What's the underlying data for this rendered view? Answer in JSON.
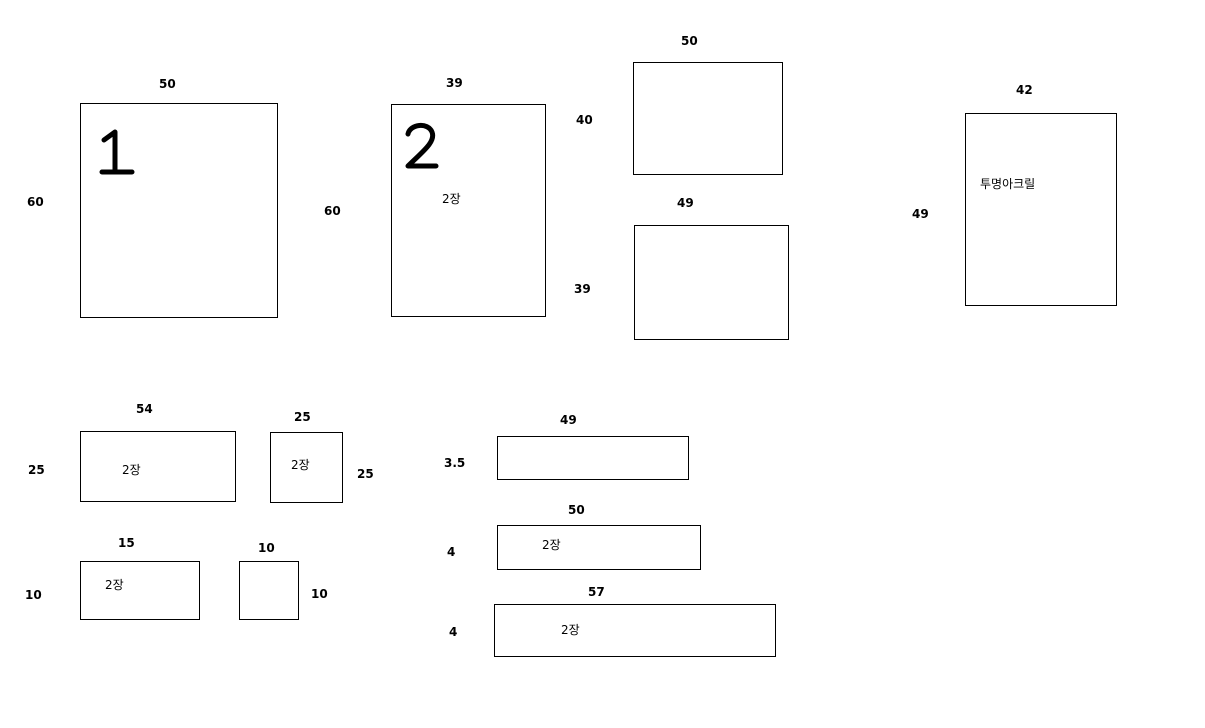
{
  "panels": [
    {
      "id": "p1",
      "width": "50",
      "height": "60",
      "number": "1",
      "note": ""
    },
    {
      "id": "p2",
      "width": "39",
      "height": "60",
      "number": "2",
      "note": "2장"
    },
    {
      "id": "p3",
      "width": "50",
      "height": "40",
      "note": ""
    },
    {
      "id": "p4",
      "width": "49",
      "height": "39",
      "note": ""
    },
    {
      "id": "p5",
      "width": "42",
      "height": "49",
      "note": "투명아크릴"
    },
    {
      "id": "p6",
      "width": "54",
      "height": "25",
      "note": "2장"
    },
    {
      "id": "p7",
      "width": "25",
      "height": "25",
      "note": "2장"
    },
    {
      "id": "p8",
      "width": "15",
      "height": "10",
      "note": "2장"
    },
    {
      "id": "p9",
      "width": "10",
      "height": "10",
      "note": ""
    },
    {
      "id": "p10",
      "width": "49",
      "height": "3.5",
      "note": ""
    },
    {
      "id": "p11",
      "width": "50",
      "height": "4",
      "note": "2장"
    },
    {
      "id": "p12",
      "width": "57",
      "height": "4",
      "note": "2장"
    }
  ]
}
